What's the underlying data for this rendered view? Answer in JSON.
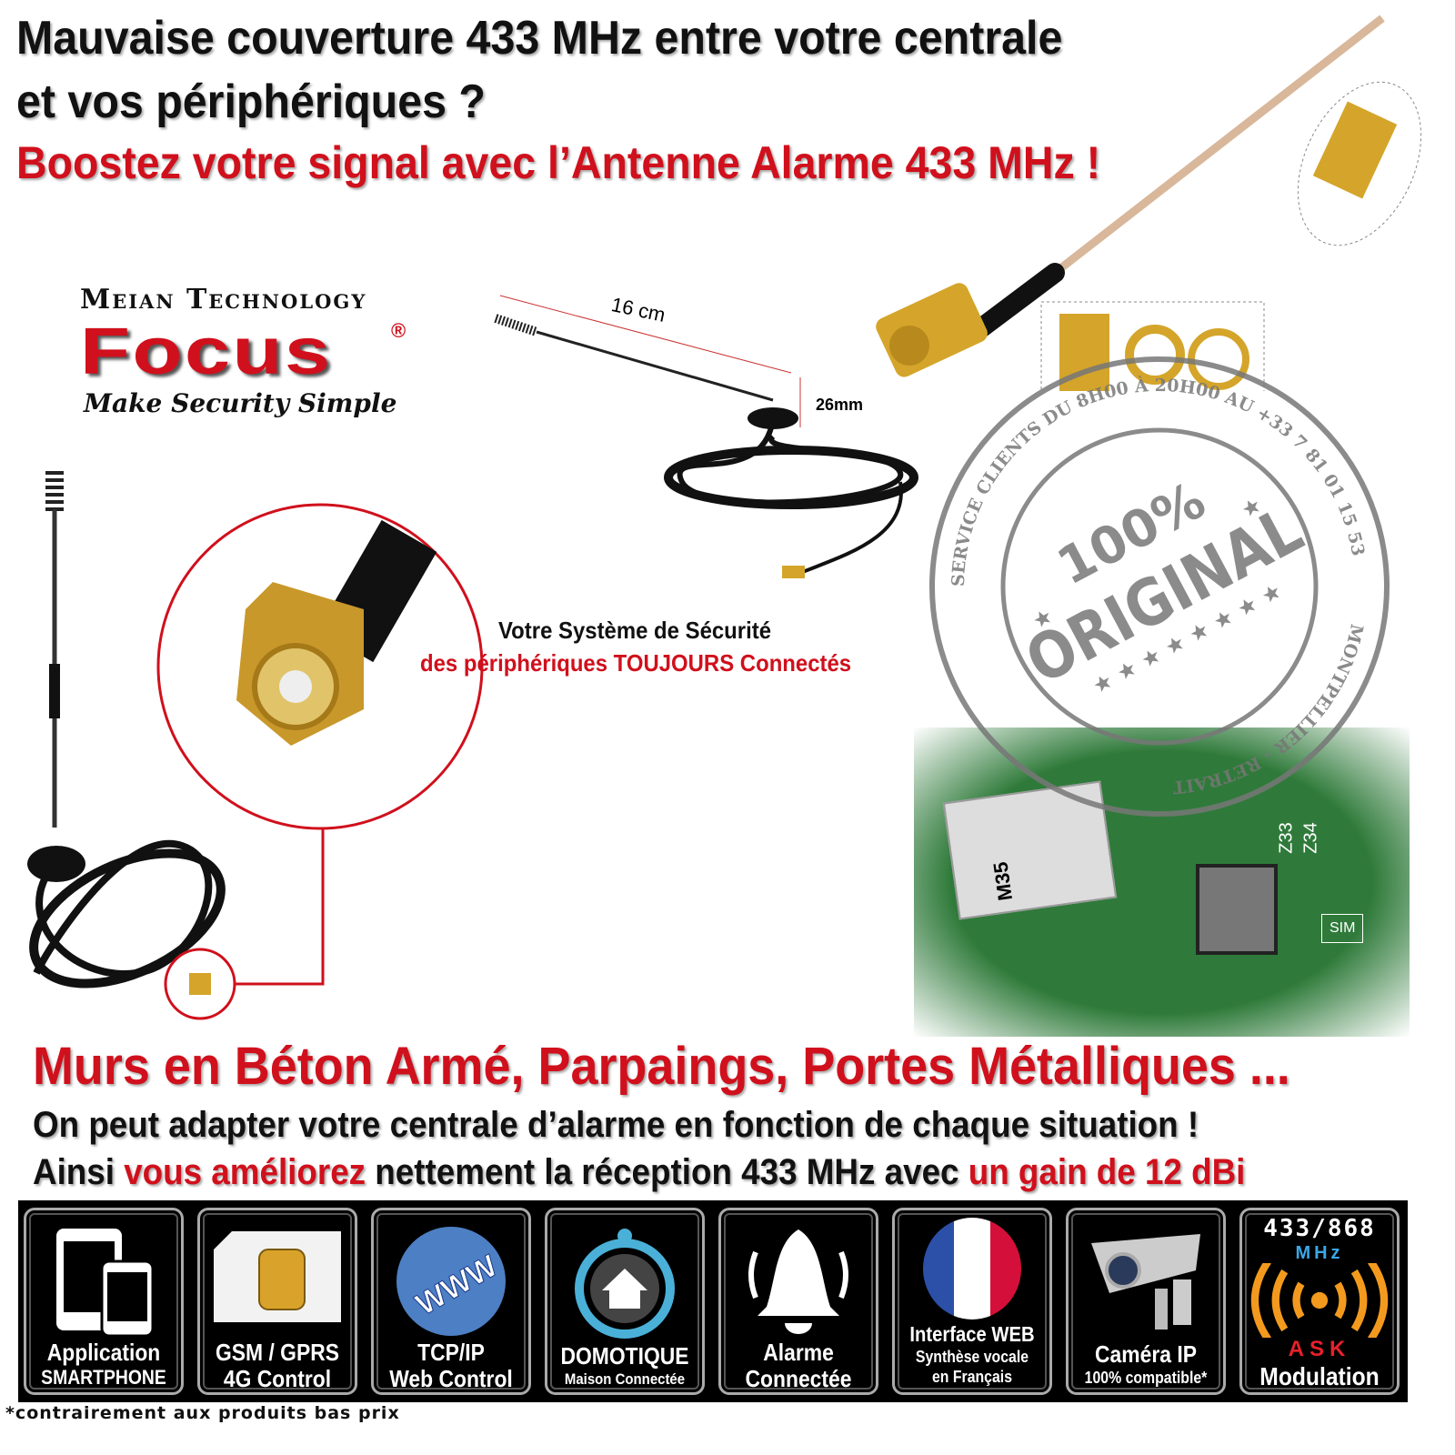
{
  "headline": {
    "line1": "Mauvaise couverture 433 MHz entre votre centrale",
    "line2": "et vos périphériques ?",
    "line3": "Boostez votre signal avec l’Antenne Alarme 433 MHz  !"
  },
  "logo": {
    "brand_top": "Meian Technology",
    "brand": "Focus",
    "registered": "®",
    "tagline": "Make Security Simple"
  },
  "dimensions": {
    "length": "16 cm",
    "base": "26mm"
  },
  "callout": {
    "title": "Votre Système de Sécurité",
    "subtitle": "des périphériques TOUJOURS Connectés"
  },
  "stamp": {
    "top_text": "SERVICE CLIENTS DU 8H00 À 20H00 AU +33 7 81 01 15 53",
    "right_text": "MONTPELLIER - RETRAIT",
    "big": "100%",
    "word": "ORIGINAL"
  },
  "pcb": {
    "module": "M35",
    "labels": [
      "Z33",
      "Z34",
      "SIM"
    ]
  },
  "body": {
    "headline": "Murs en Béton Armé, Parpaings, Portes Métalliques ...",
    "line1": "On peut adapter votre centrale d’alarme en fonction de chaque situation !",
    "line2_a": "Ainsi ",
    "line2_b": "vous améliorez",
    "line2_c": " nettement la réception 433 MHz avec ",
    "line2_d": "un gain de 12 dBi"
  },
  "features": [
    {
      "icon": "smartphone-icon",
      "l1": "Application",
      "l2": "SMARTPHONE"
    },
    {
      "icon": "sim-card-icon",
      "l1": "GSM / GPRS",
      "l2": "4G Control"
    },
    {
      "icon": "globe-www-icon",
      "l1": "TCP/IP",
      "l2": "Web Control"
    },
    {
      "icon": "smart-home-icon",
      "l1": "DOMOTIQUE",
      "l2": "Maison Connectée"
    },
    {
      "icon": "bell-icon",
      "l1": "Alarme",
      "l2": "Connectée"
    },
    {
      "icon": "french-flag-icon",
      "l1": "Interface WEB",
      "l2": "Synthèse vocale",
      "l3": "en Français"
    },
    {
      "icon": "camera-icon",
      "l1": "Caméra IP",
      "l2": "100% compatible*"
    },
    {
      "icon": "radio-wave-icon",
      "top": "433/868",
      "mhz": "MHz",
      "ask": "ASK",
      "l1": "Modulation"
    }
  ],
  "footnote": "*contrairement aux produits bas prix",
  "colors": {
    "red": "#d0101c",
    "black": "#000000",
    "pcb_green": "#2f7a3a",
    "gold": "#d4a52a"
  }
}
